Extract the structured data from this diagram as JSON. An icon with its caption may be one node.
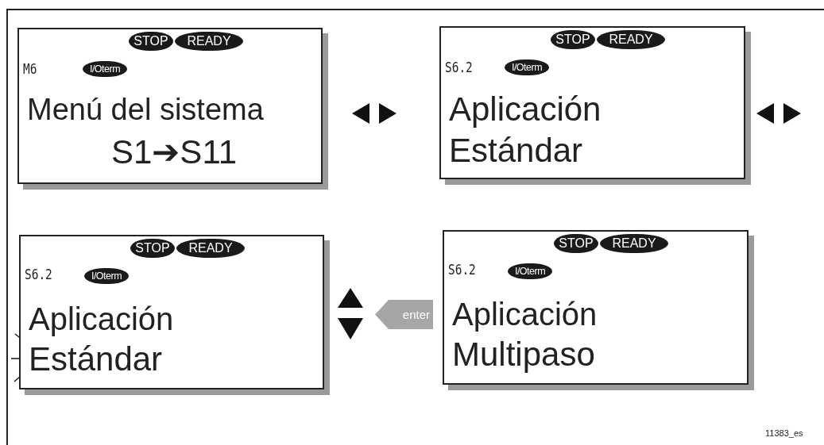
{
  "diagram": {
    "nodes": [
      {
        "text": [
          "M6",
          "Menú del sistema",
          "S1➔S11"
        ]
      },
      {
        "text": [
          "STOP"
        ],
        "in": 0
      },
      {
        "text": [
          "READY"
        ],
        "in": 0
      },
      {
        "text": [
          "I/Oterm"
        ],
        "in": 0
      },
      {
        "text": [
          "S6.2",
          "Aplicación",
          "Estándar"
        ]
      },
      {
        "text": [
          "STOP"
        ],
        "in": 4
      },
      {
        "text": [
          "READY"
        ],
        "in": 4
      },
      {
        "text": [
          "I/Oterm"
        ],
        "in": 4
      },
      {
        "text": [
          "S6.2",
          "Aplicación",
          "Estándar"
        ]
      },
      {
        "text": [
          "STOP"
        ],
        "in": 8
      },
      {
        "text": [
          "READY"
        ],
        "in": 8
      },
      {
        "text": [
          "I/Oterm"
        ],
        "in": 8
      },
      {
        "text": [
          "enter"
        ]
      },
      {
        "text": [
          "S6.2",
          "Aplicación",
          "Multipaso"
        ]
      },
      {
        "text": [
          "STOP"
        ],
        "in": 13
      },
      {
        "text": [
          "READY"
        ],
        "in": 13
      },
      {
        "text": [
          "I/Oterm"
        ],
        "in": 13
      }
    ],
    "labels": [
      "11383_es"
    ]
  }
}
